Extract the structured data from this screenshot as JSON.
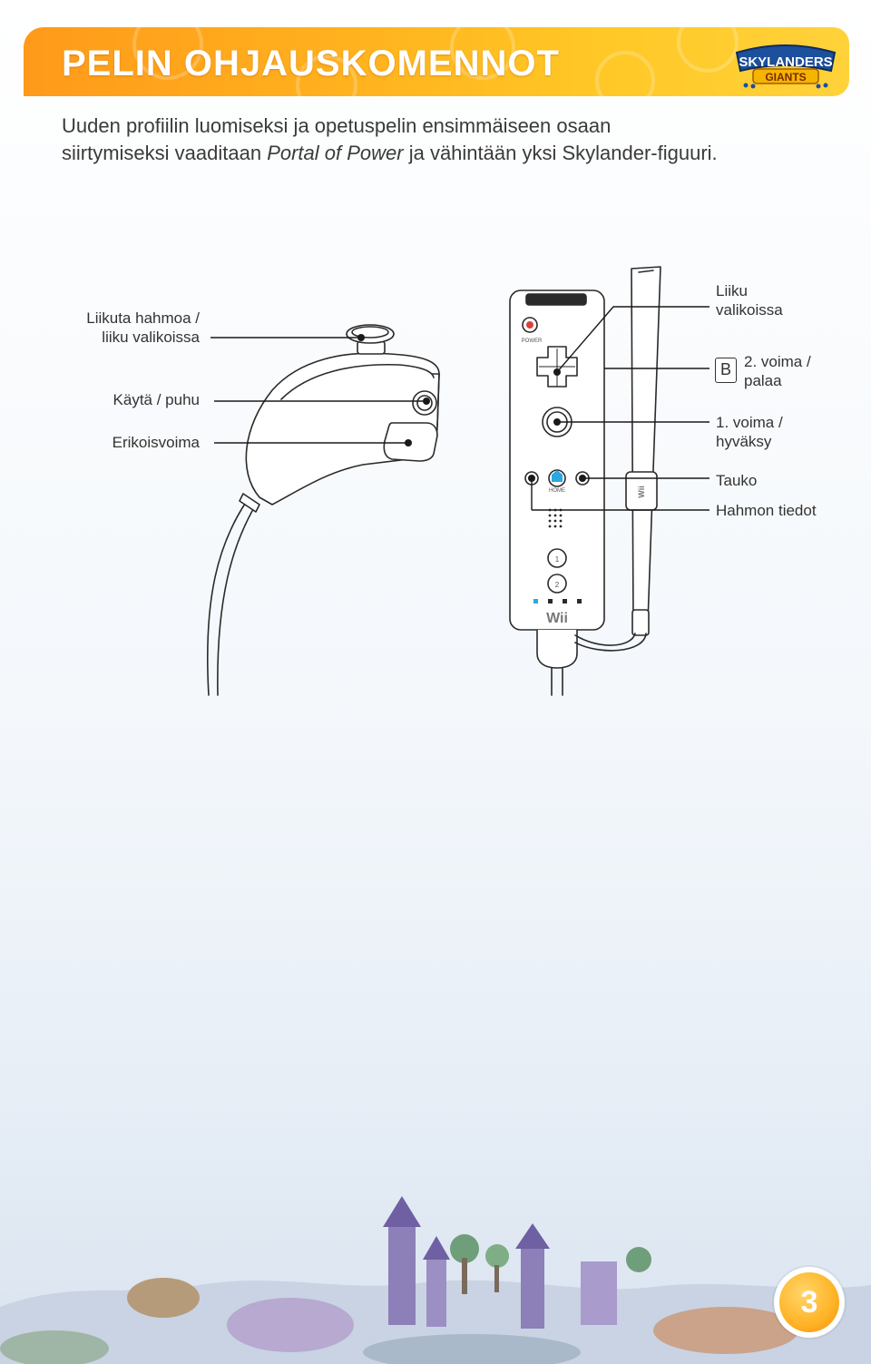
{
  "header": {
    "title": "PELIN OHJAUSKOMENNOT",
    "logo_text_top": "SKYLANDERS",
    "logo_text_bottom": "GIANTS"
  },
  "intro": {
    "line1": "Uuden profiilin luomiseksi ja opetuspelin ensimmäiseen osaan",
    "line2_prefix": "siirtymiseksi vaaditaan ",
    "line2_italic": "Portal of Power",
    "line2_suffix": " ja vähintään yksi Skylander-figuuri."
  },
  "nunchuk_labels": {
    "stick_line1": "Liikuta hahmoa /",
    "stick_line2": "liiku valikoissa",
    "c_button": "Käytä / puhu",
    "z_button": "Erikoisvoima"
  },
  "remote_labels": {
    "dpad_line1": "Liiku",
    "dpad_line2": "valikoissa",
    "b_icon": "B",
    "b_line1": "2. voima /",
    "b_line2": "palaa",
    "a_line1": "1. voima /",
    "a_line2": "hyväksy",
    "plus": "Tauko",
    "minus": "Hahmon tiedot"
  },
  "remote_markings": {
    "power": "POWER",
    "home": "HOME",
    "one": "1",
    "two": "2",
    "brand": "Wii",
    "strap_brand": "Wii"
  },
  "page_number": "3",
  "colors": {
    "header_orange": "#ff9a1a",
    "header_yellow": "#ffd23a",
    "badge_orange": "#ffb325",
    "led_blue": "#2aa8e0",
    "power_red": "#d9413a"
  }
}
